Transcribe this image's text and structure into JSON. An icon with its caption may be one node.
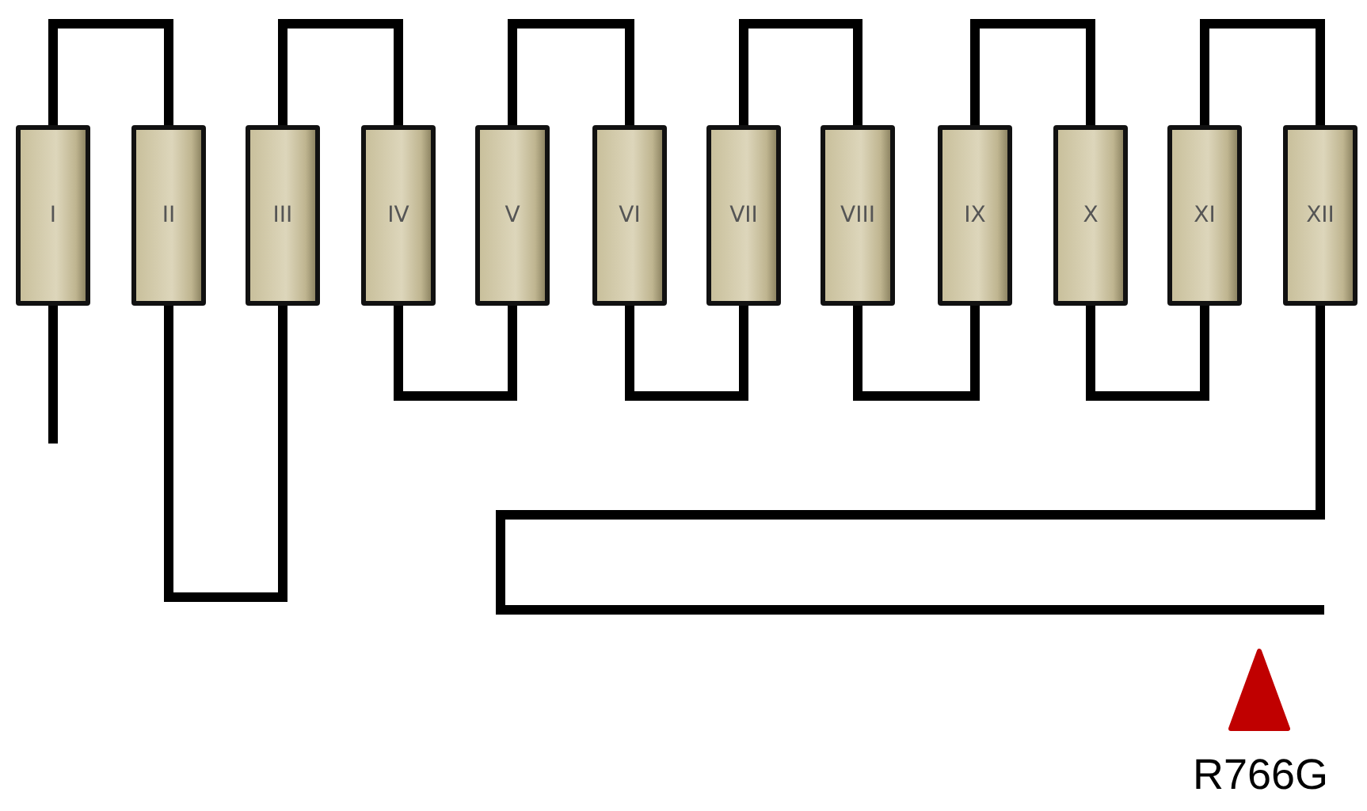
{
  "diagram": {
    "nodes": [
      {
        "text": [
          "I"
        ]
      },
      {
        "text": [
          "II"
        ]
      },
      {
        "text": [
          "III"
        ]
      },
      {
        "text": [
          "IV"
        ]
      },
      {
        "text": [
          "V"
        ]
      },
      {
        "text": [
          "VI"
        ]
      },
      {
        "text": [
          "VII"
        ]
      },
      {
        "text": [
          "VIII"
        ]
      },
      {
        "text": [
          "IX"
        ]
      },
      {
        "text": [
          "X"
        ]
      },
      {
        "text": [
          "XI"
        ]
      },
      {
        "text": [
          "XII"
        ]
      }
    ],
    "edges": [
      {
        "from": null,
        "to": 0,
        "arrow": "none"
      },
      {
        "from": 0,
        "to": 1,
        "arrow": "none"
      },
      {
        "from": 1,
        "to": 2,
        "arrow": "none"
      },
      {
        "from": 2,
        "to": 3,
        "arrow": "none"
      },
      {
        "from": 3,
        "to": 4,
        "arrow": "none"
      },
      {
        "from": 4,
        "to": 5,
        "arrow": "none"
      },
      {
        "from": 5,
        "to": 6,
        "arrow": "none"
      },
      {
        "from": 6,
        "to": 7,
        "arrow": "none"
      },
      {
        "from": 7,
        "to": 8,
        "arrow": "none"
      },
      {
        "from": 8,
        "to": 9,
        "arrow": "none"
      },
      {
        "from": 9,
        "to": 10,
        "arrow": "none"
      },
      {
        "from": 10,
        "to": 11,
        "arrow": "none"
      },
      {
        "from": 11,
        "to": null,
        "arrow": "none"
      }
    ],
    "labels": [
      "R766G"
    ]
  }
}
